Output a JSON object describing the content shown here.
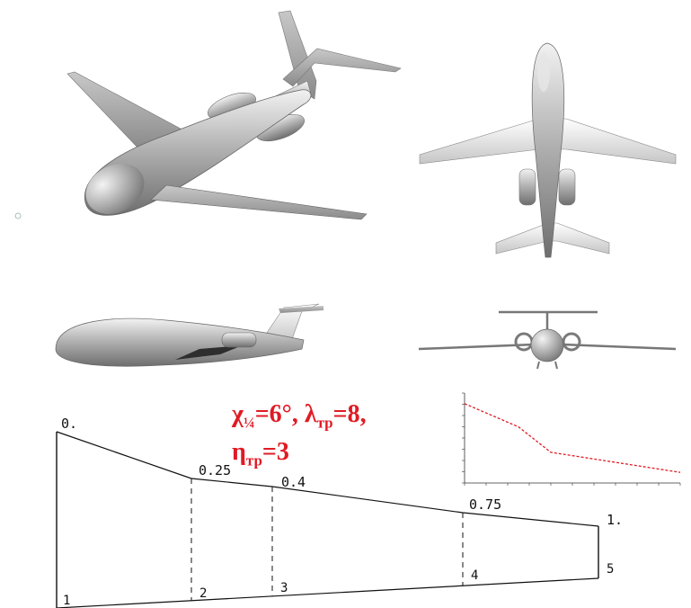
{
  "params": {
    "chi_sym": "χ",
    "chi_sub": "¼",
    "chi_val": "=6°, ",
    "lambda_sym": "λ",
    "lambda_sub": "тр",
    "lambda_val": "=8,",
    "eta_sym": "η",
    "eta_sub": "тр",
    "eta_val": "=3"
  },
  "wing": {
    "station_labels": [
      "0.",
      "0.25",
      "0.4",
      "0.75",
      "1."
    ],
    "section_numbers": [
      "1",
      "2",
      "3",
      "4",
      "5"
    ]
  },
  "colors": {
    "params_text": "#e01b24",
    "chord_curve": "#e01b24",
    "aircraft_body": "#9a9a9a"
  },
  "chart_data": {
    "type": "line",
    "series": [
      {
        "values_x": [
          0.0,
          0.25,
          0.4,
          1.0
        ],
        "values_y": [
          0.75,
          0.53,
          0.29,
          0.1
        ]
      }
    ]
  }
}
